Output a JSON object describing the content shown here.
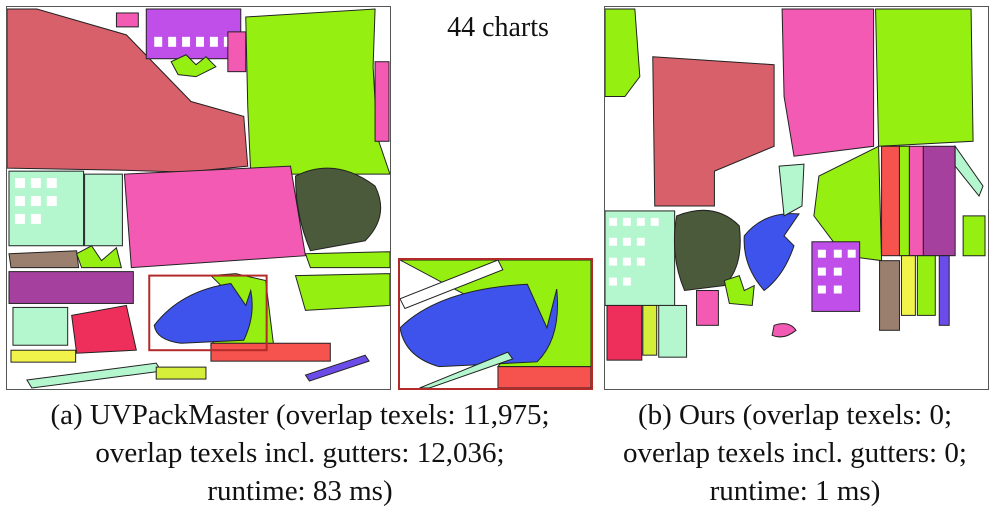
{
  "figure": {
    "chart_count": "44 charts",
    "caption_a": {
      "line1": "(a) UVPackMaster (overlap texels: 11,975;",
      "line2": "overlap texels incl. gutters: 12,036;",
      "line3": "runtime: 83 ms)"
    },
    "caption_b": {
      "line1": "(b) Ours (overlap texels: 0;",
      "line2": "overlap texels incl. gutters: 0;",
      "line3": "runtime: 1 ms)"
    },
    "colors": {
      "rose": "#d8606b",
      "lime": "#95ef10",
      "pink": "#f25ab4",
      "dark_olive": "#4a5a3a",
      "mint": "#b4f7cf",
      "purple": "#a6409f",
      "blue": "#3d53ec",
      "crimson": "#ee2f5b",
      "red": "#f6524e",
      "yellow": "#f1f24a",
      "violet": "#c04ee9",
      "highlight_box": "#b22a2a"
    }
  }
}
